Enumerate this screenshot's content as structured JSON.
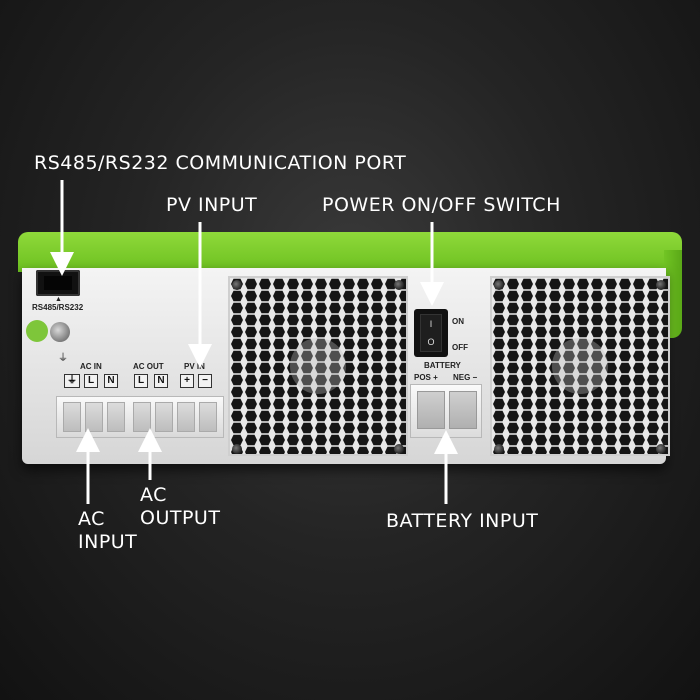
{
  "callouts": {
    "comm_port": "RS485/RS232 COMMUNICATION PORT",
    "pv_input": "PV INPUT",
    "power_switch": "POWER ON/OFF SWITCH",
    "ac_input_line1": "AC",
    "ac_input_line2": "INPUT",
    "ac_output_line1": "AC",
    "ac_output_line2": "OUTPUT",
    "battery_input": "BATTERY INPUT"
  },
  "panel": {
    "port_label": "RS485/RS232",
    "ac_in": "AC IN",
    "ac_out": "AC OUT",
    "pv_in": "PV IN",
    "terminals": [
      "L",
      "N",
      "L",
      "N",
      "+",
      "−"
    ],
    "switch_on": "ON",
    "switch_off": "OFF",
    "battery": "BATTERY",
    "pos": "POS +",
    "neg": "NEG −"
  },
  "colors": {
    "housing_green": "#7acc2c",
    "panel_gray": "#e6e6e6",
    "background": "#1e1e1e",
    "text_white": "#ffffff"
  }
}
